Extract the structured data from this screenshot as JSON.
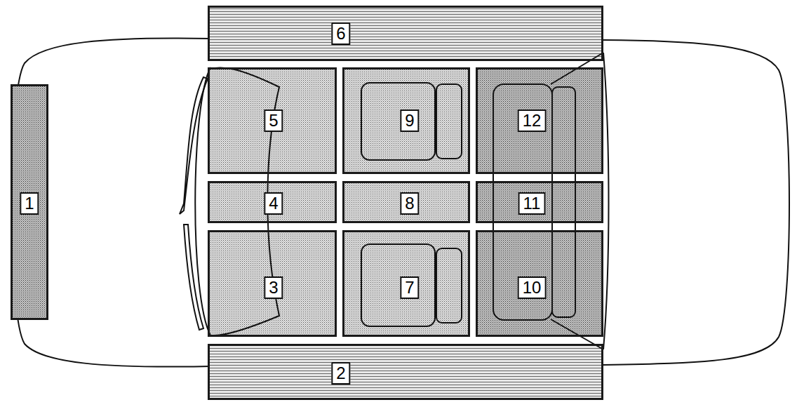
{
  "diagram": {
    "nodes": [
      {
        "text": [
          "1"
        ]
      },
      {
        "text": [
          "2"
        ]
      },
      {
        "text": [
          "3"
        ]
      },
      {
        "text": [
          "4"
        ]
      },
      {
        "text": [
          "5"
        ]
      },
      {
        "text": [
          "6"
        ]
      },
      {
        "text": [
          "7"
        ]
      },
      {
        "text": [
          "8"
        ]
      },
      {
        "text": [
          "9"
        ]
      },
      {
        "text": [
          "10"
        ]
      },
      {
        "text": [
          "11"
        ]
      },
      {
        "text": [
          "12"
        ]
      }
    ]
  }
}
